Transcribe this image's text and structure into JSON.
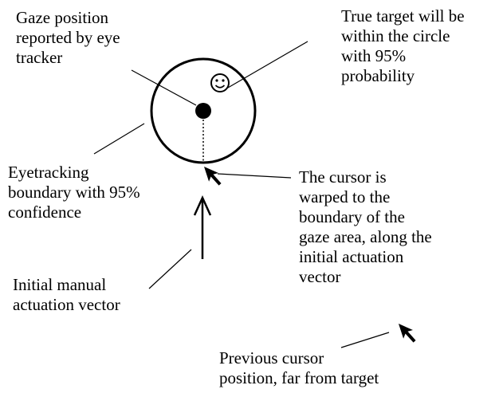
{
  "diagram": {
    "labels": {
      "gaze_position": "Gaze position\nreported by eye\ntracker",
      "true_target": "True target will be\nwithin the circle\nwith 95%\nprobability",
      "eyetracking_boundary": "Eyetracking\nboundary  with 95%\nconfidence",
      "cursor_warped": "The cursor is\nwarped to the\nboundary of the\ngaze area, along the\ninitial actuation\nvector",
      "initial_vector": "Initial manual\nactuation vector",
      "previous_cursor": "Previous cursor\nposition, far from target"
    },
    "icons": {
      "target": "smiley-face-icon",
      "gaze_dot": "filled-dot-icon",
      "cursor": "arrow-cursor-icon"
    }
  }
}
